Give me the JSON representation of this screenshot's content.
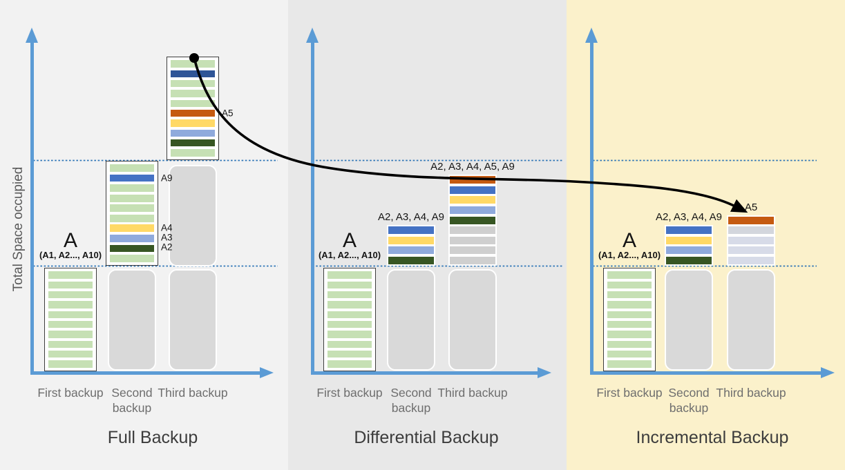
{
  "y_axis_label": "Total Space occupied",
  "colors": {
    "panel_full_bg": "#F2F2F2",
    "panel_differential_bg": "#E8E8E8",
    "panel_incremental_bg": "#FBF1CB",
    "axis": "#5B9BD5",
    "dotted_line": "#2E75B6",
    "curve": "#000000",
    "green": "#C6E0B4",
    "blue": "#4472C4",
    "dark_blue": "#2F5597",
    "yellow": "#FFD966",
    "light_blue": "#8FAADC",
    "dark_green": "#375623",
    "orange": "#C55A11",
    "ghost_gray": "#D9D9D9",
    "gray_chip": "#CFCFCF",
    "gray_light": "#D3D6DD",
    "bluegray": "#D7DBE8",
    "title_text": "#3C3C3C",
    "muted_text": "#6E6E6E",
    "axis_label_text": "#595959"
  },
  "panels": [
    {
      "title": "Full Backup",
      "column_labels": [
        "First backup",
        "Second backup",
        "Third backup"
      ],
      "first_bar_label": {
        "main": "A",
        "sub": "(A1, A2..., A10)"
      },
      "bars": [
        {
          "kind": "striped_box",
          "col": 0,
          "band": "bottom",
          "stripes": [
            "green",
            "green",
            "green",
            "green",
            "green",
            "green",
            "green",
            "green",
            "green",
            "green"
          ]
        },
        {
          "kind": "striped_box",
          "col": 1,
          "band": "middle",
          "stripes": [
            "green",
            "blue",
            "green",
            "green",
            "green",
            "green",
            "yellow",
            "light_blue",
            "dark_green",
            "green"
          ]
        },
        {
          "kind": "ghost",
          "col": 1,
          "band": "bottom"
        },
        {
          "kind": "striped_box",
          "col": 2,
          "band": "top",
          "stripes": [
            "green",
            "dark_blue",
            "green",
            "green",
            "green",
            "orange",
            "yellow",
            "light_blue",
            "dark_green",
            "green"
          ]
        },
        {
          "kind": "ghost",
          "col": 2,
          "band": "middle"
        },
        {
          "kind": "ghost",
          "col": 2,
          "band": "bottom"
        }
      ],
      "stripe_labels": [
        {
          "text": "A9",
          "bar": 1,
          "stripe": 1
        },
        {
          "text": "A4",
          "bar": 1,
          "stripe": 6
        },
        {
          "text": "A3",
          "bar": 1,
          "stripe": 7
        },
        {
          "text": "A2",
          "bar": 1,
          "stripe": 8
        },
        {
          "text": "A5",
          "bar": 3,
          "stripe": 5
        }
      ]
    },
    {
      "title": "Differential Backup",
      "column_labels": [
        "First backup",
        "Second backup",
        "Third backup"
      ],
      "first_bar_label": {
        "main": "A",
        "sub": "(A1, A2..., A10)"
      },
      "bars": [
        {
          "kind": "striped_box",
          "col": 0,
          "band": "bottom",
          "stripes": [
            "green",
            "green",
            "green",
            "green",
            "green",
            "green",
            "green",
            "green",
            "green",
            "green"
          ]
        },
        {
          "kind": "chip_stack",
          "col": 1,
          "label": "A2, A3, A4, A9",
          "stripes": [
            "blue",
            "yellow",
            "light_blue",
            "dark_green"
          ]
        },
        {
          "kind": "ghost",
          "col": 1,
          "band": "bottom"
        },
        {
          "kind": "chip_stack",
          "col": 2,
          "label": "A2, A3, A4, A5, A9",
          "stripes": [
            "orange",
            "blue",
            "yellow",
            "light_blue",
            "dark_green",
            "gray_chip",
            "gray_chip",
            "gray_chip",
            "gray_chip"
          ]
        },
        {
          "kind": "ghost",
          "col": 2,
          "band": "bottom"
        }
      ],
      "stripe_labels": []
    },
    {
      "title": "Incremental Backup",
      "column_labels": [
        "First backup",
        "Second backup",
        "Third backup"
      ],
      "first_bar_label": {
        "main": "A",
        "sub": "(A1, A2..., A10)"
      },
      "bars": [
        {
          "kind": "striped_box",
          "col": 0,
          "band": "bottom",
          "stripes": [
            "green",
            "green",
            "green",
            "green",
            "green",
            "green",
            "green",
            "green",
            "green",
            "green"
          ]
        },
        {
          "kind": "chip_stack",
          "col": 1,
          "label": "A2, A3, A4, A9",
          "stripes": [
            "blue",
            "yellow",
            "light_blue",
            "dark_green"
          ]
        },
        {
          "kind": "ghost",
          "col": 1,
          "band": "bottom"
        },
        {
          "kind": "chip_stack",
          "col": 2,
          "label": "A5",
          "stripes": [
            "orange",
            "gray_light",
            "bluegray",
            "bluegray",
            "bluegray"
          ]
        },
        {
          "kind": "ghost",
          "col": 2,
          "band": "bottom"
        }
      ],
      "stripe_labels": []
    }
  ]
}
